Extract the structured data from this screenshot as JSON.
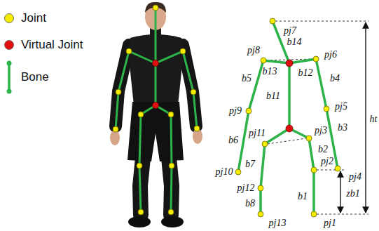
{
  "diagram": {
    "labels": [
      "pj7",
      "b14",
      "pj8",
      "pj6",
      "b13",
      "b12",
      "b5",
      "b4",
      "b11",
      "pj9",
      "pj5",
      "b3",
      "pj11",
      "pj3",
      "b6",
      "b7",
      "b2",
      "ht",
      "pj10",
      "pj4",
      "pj12",
      "pj2",
      "zb1",
      "b8",
      "b1",
      "pj13",
      "pj1"
    ],
    "legend": [
      {
        "text": "Joint",
        "color": "#f5ec00"
      },
      {
        "text": "Virtual Joint",
        "color": "#e01010"
      },
      {
        "text": "Bone"
      }
    ]
  }
}
